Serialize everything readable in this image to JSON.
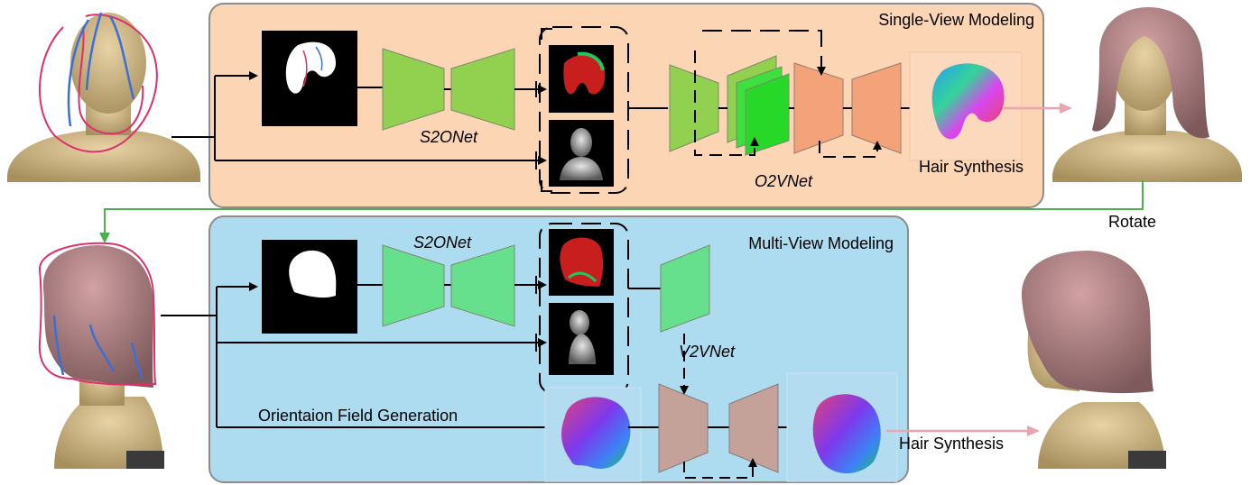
{
  "labels": {
    "single_view_title": "Single-View Modeling",
    "multi_view_title": "Multi-View Modeling",
    "s2onet_top": "S2ONet",
    "s2onet_bottom": "S2ONet",
    "o2vnet": "O2VNet",
    "v2vnet": "V2VNet",
    "hair_synthesis_top": "Hair Synthesis",
    "hair_synthesis_bottom": "Hair Synthesis",
    "rotate": "Rotate",
    "orientation_field": "Orientaion Field Generation"
  },
  "colors": {
    "single_view_panel": "#fcd5b4",
    "multi_view_panel": "#addcf0",
    "panel_border": "#8c8c8c",
    "encoder_green": "#92d050",
    "encoder_green_light": "#66e08c",
    "decoder_salmon": "#f4a27a",
    "v2v_brown": "#c4a29a",
    "arrow_pink": "#e8a5b0",
    "arrow_green": "#4caf50",
    "skin": "#d8c08c",
    "hair": "#b8878a",
    "sketch_red": "#e0306a",
    "sketch_blue": "#3a6fd8"
  }
}
